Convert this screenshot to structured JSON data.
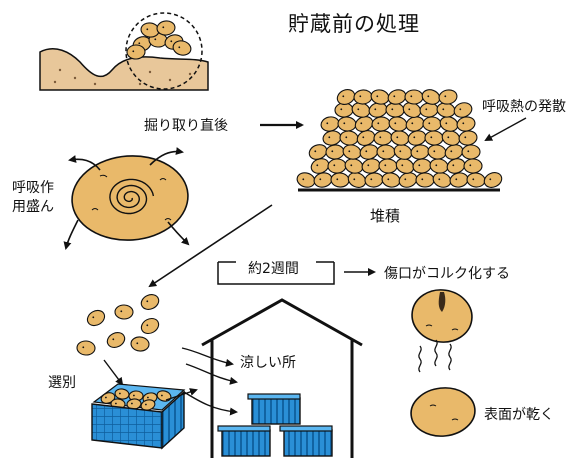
{
  "title": "貯蔵前の処理",
  "labels": {
    "after_digging": "掘り取り直後",
    "respiration_heat": "呼吸熱の発散",
    "pile": "堆積",
    "respiration_active_line1": "呼吸作",
    "respiration_active_line2": "用盛ん",
    "about_two_weeks": "約2週間",
    "wound_cork": "傷口がコルク化する",
    "sorting": "選別",
    "cool_place": "涼しい所",
    "surface_dries": "表面が乾く"
  },
  "colors": {
    "potato_fill": "#E9B96A",
    "potato_light": "#F2C57C",
    "soil_fill": "#E8C79A",
    "crate_blue": "#2A8FD6",
    "crate_light": "#5BB6F0",
    "line": "#111111"
  }
}
